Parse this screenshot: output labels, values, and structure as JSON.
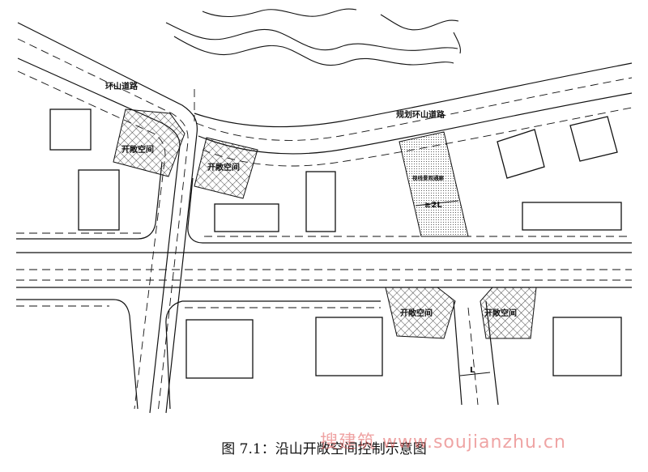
{
  "labels": {
    "ring_road": "环山道路",
    "planned_ring_road": "规划环山道路",
    "open_space": "开敞空间",
    "view_corridor": "视线景观通廊",
    "corridor_width": "≥2L",
    "dimension_l": "L"
  },
  "caption": "图 7.1：沿山开敞空间控制示意图",
  "watermark": "搜建筑 www.soujianzhu.cn"
}
